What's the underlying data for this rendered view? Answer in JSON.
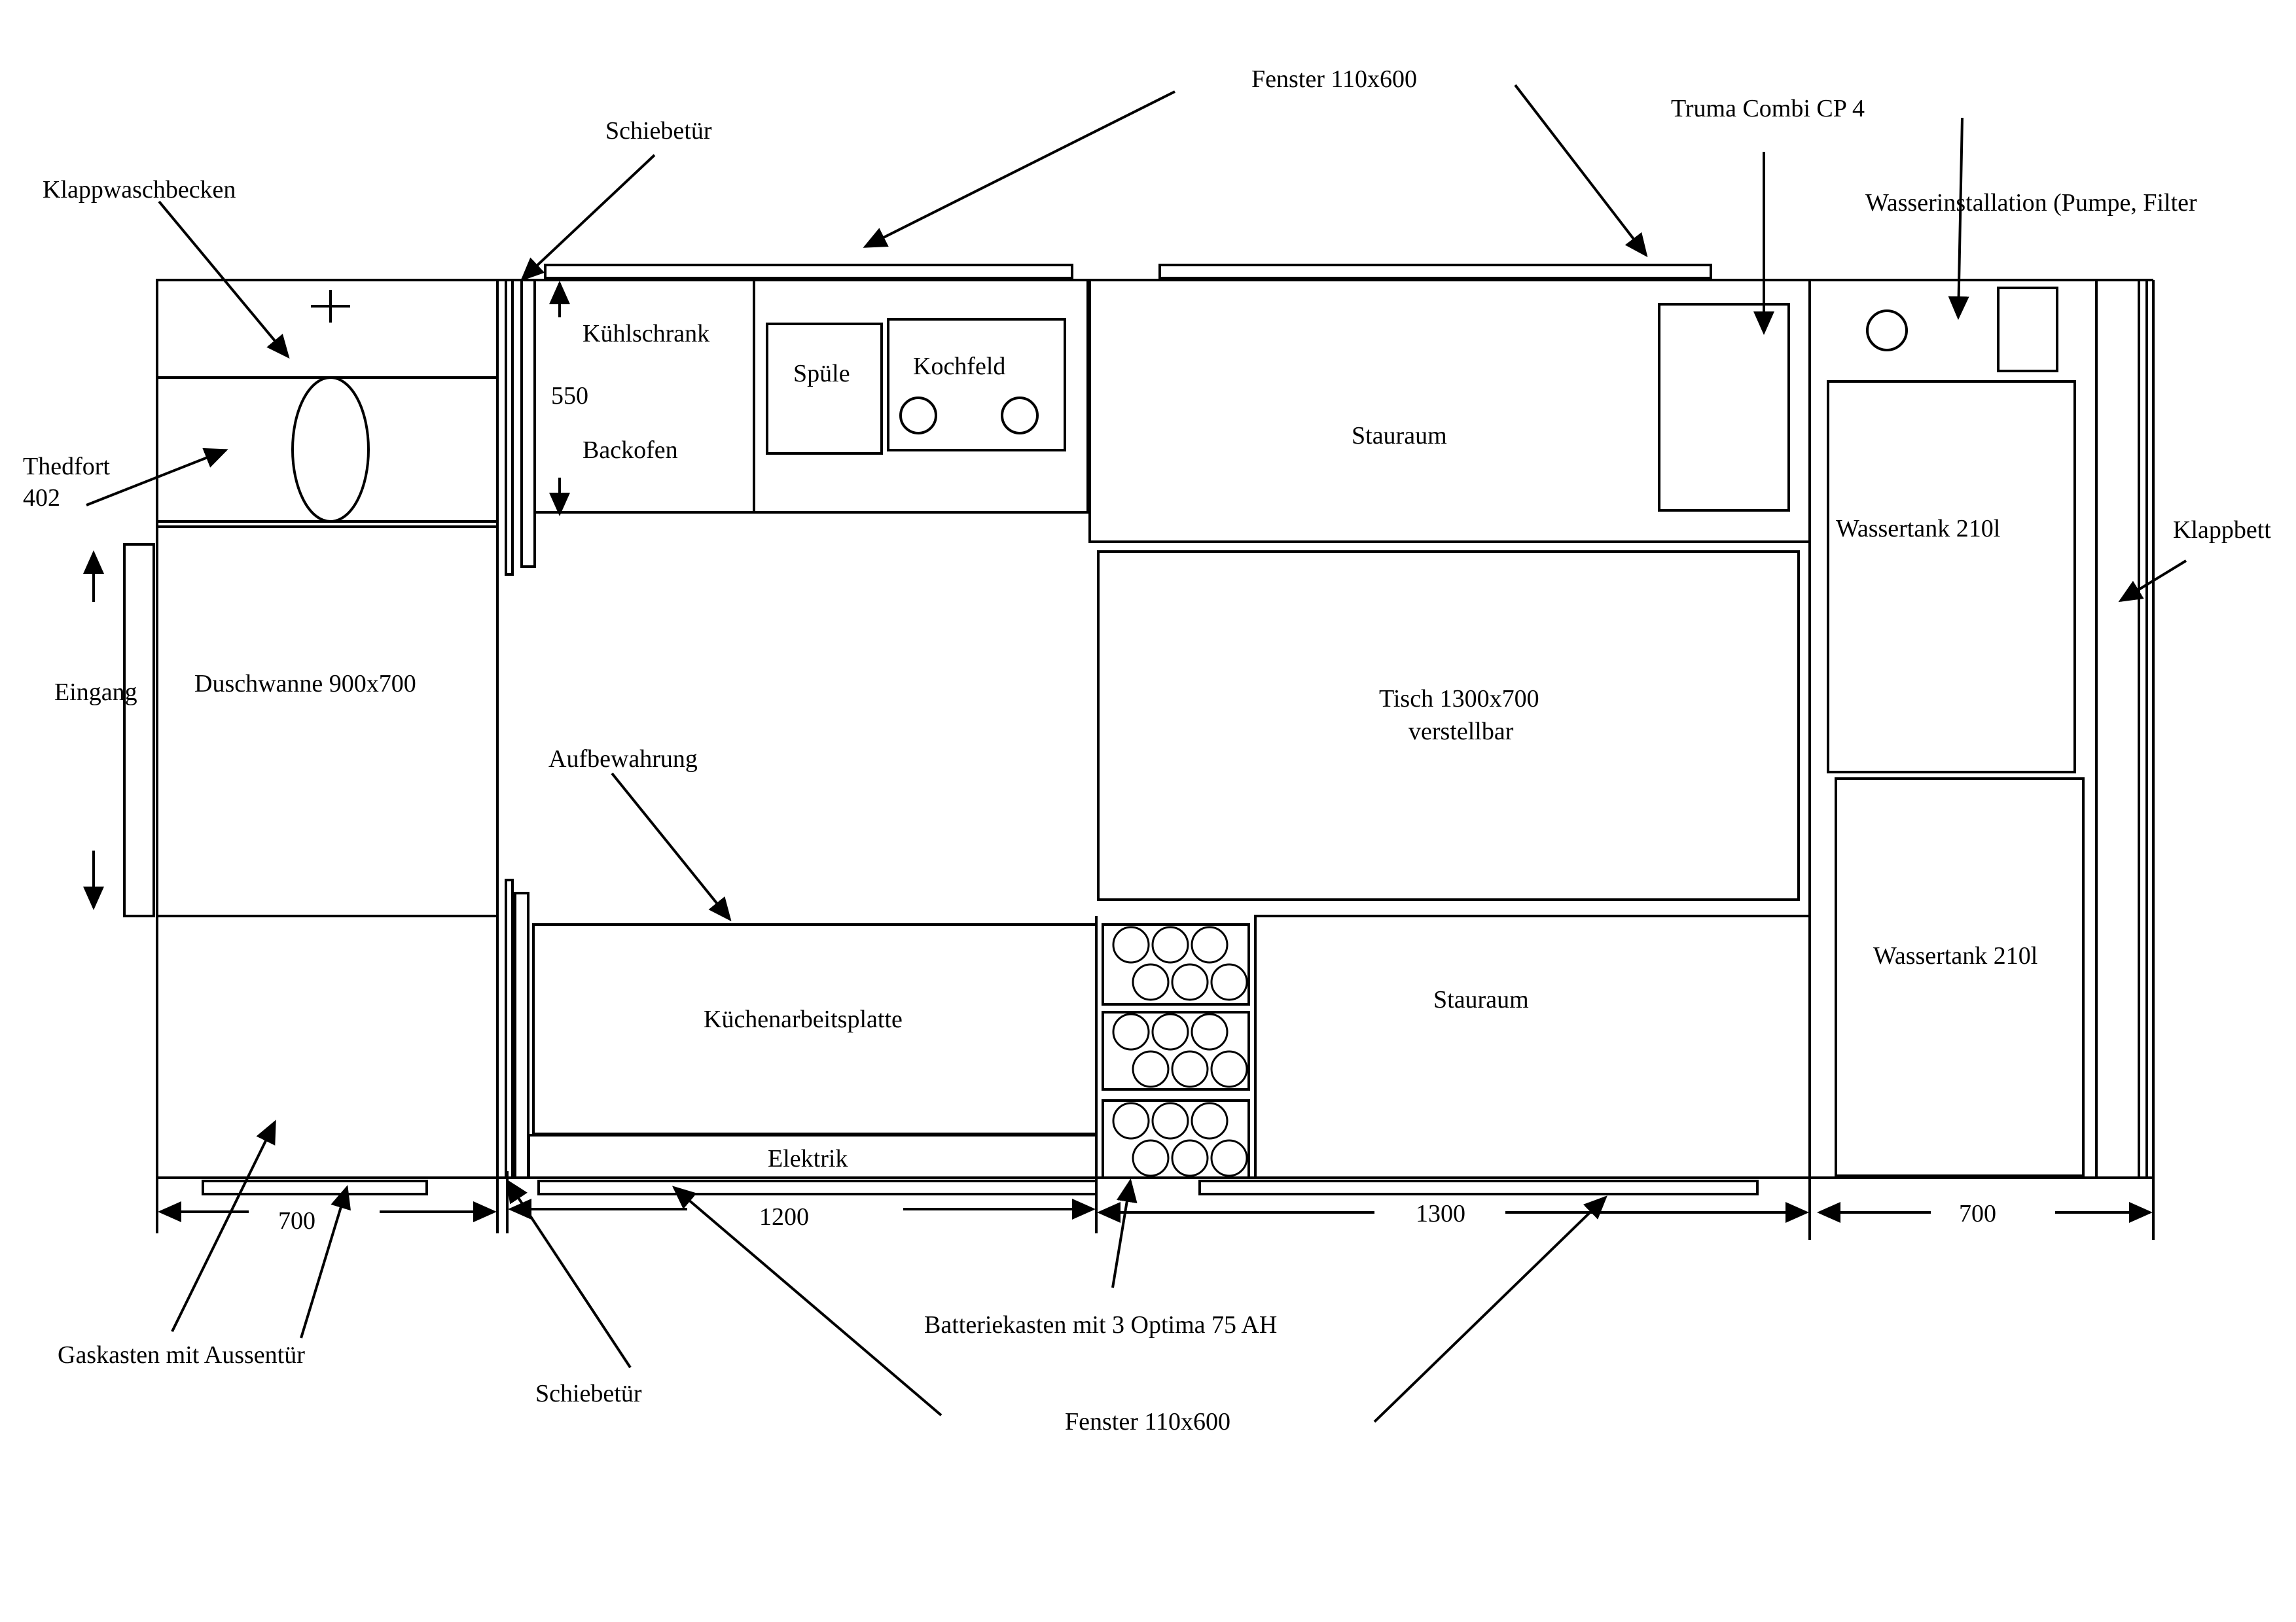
{
  "labels": {
    "fenster_top": "Fenster 110x600",
    "truma": "Truma Combi  CP 4",
    "schiebetuer_top": "Schiebetür",
    "klappwaschbecken": "Klappwaschbecken",
    "wasserinstallation": "Wasserinstallation (Pumpe, Filter",
    "kuehlschrank": "Kühlschrank",
    "spuele": "Spüle",
    "kochfeld": "Kochfeld",
    "dim_550": "550",
    "backofen": "Backofen",
    "stauraum_top": "Stauraum",
    "thedfort_line1": "Thedfort",
    "thedfort_line2": "402",
    "wassertank_1": "Wassertank 210l",
    "klappbett": "Klappbett",
    "eingang": "Eingang",
    "duschwanne": "Duschwanne 900x700",
    "tisch_line1": "Tisch 1300x700",
    "tisch_line2": "verstellbar",
    "aufbewahrung": "Aufbewahrung",
    "wassertank_2": "Wassertank 210l",
    "stauraum_bottom": "Stauraum",
    "kuechenarbeitsplatte": "Küchenarbeitsplatte",
    "elektrik": "Elektrik",
    "dim_700_left": "700",
    "dim_1200": "1200",
    "dim_1300": "1300",
    "dim_700_right": "700",
    "batteriekasten": "Batteriekasten mit 3 Optima 75 AH",
    "gaskasten": "Gaskasten mit Aussentür",
    "schiebetuer_bottom": "Schiebetür",
    "fenster_bottom": "Fenster 110x600"
  }
}
